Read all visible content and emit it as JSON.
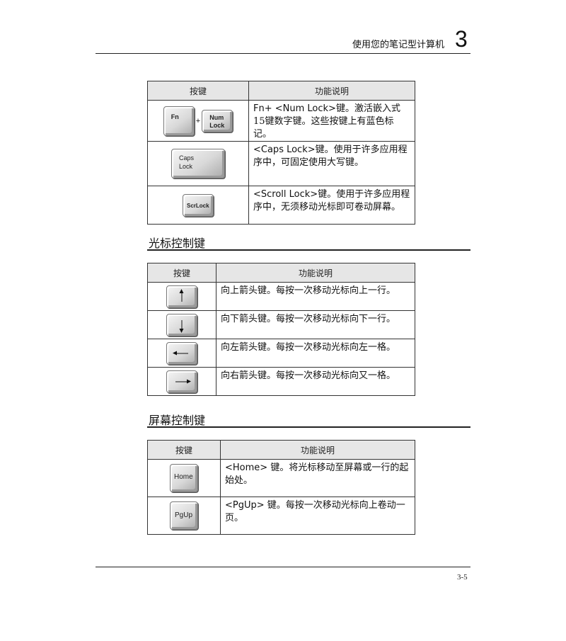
{
  "header": {
    "title": "使用您的笔记型计算机",
    "chapter": "3"
  },
  "footer": {
    "page": "3-5"
  },
  "lock_table": {
    "col_key": "按键",
    "col_desc": "功能说明",
    "rows": [
      {
        "keyword": "Fn+ <Num Lock>",
        "desc": "键。激活嵌入式15键数字键。这些按键上有蓝色标记。",
        "key_labels": [
          "Fn",
          "Num",
          "Lock"
        ],
        "plus": "+"
      },
      {
        "keyword": "<Caps Lock>",
        "desc": "键。使用于许多应用程序中，可固定使用大写键。",
        "key_labels": [
          "Caps",
          "Lock"
        ]
      },
      {
        "keyword": "<Scroll Lock>",
        "desc": "键。使用于许多应用程序中，无须移动光标即可卷动屏幕。",
        "key_labels": [
          "ScrLock"
        ]
      }
    ]
  },
  "cursor_section": {
    "heading": "光标控制键",
    "col_key": "按键",
    "col_desc": "功能说明",
    "rows": [
      {
        "keyword": "向上箭头键",
        "desc": "。每按一次移动光标向上一行。",
        "icon": "arrow-up-icon"
      },
      {
        "keyword": "向下箭头键",
        "desc": "。每按一次移动光标向下一行。",
        "icon": "arrow-down-icon"
      },
      {
        "keyword": "向左箭头键",
        "desc": "。每按一次移动光标向左一格。",
        "icon": "arrow-left-icon"
      },
      {
        "keyword": "向右箭头键",
        "desc": "。每按一次移动光标向又一格。",
        "icon": "arrow-right-icon"
      }
    ]
  },
  "screen_section": {
    "heading": "屏幕控制键",
    "col_key": "按键",
    "col_desc": "功能说明",
    "rows": [
      {
        "keyword": "<Home>",
        "desc": " 键。将光标移动至屏幕或一行的起始处。",
        "key_label": "Home"
      },
      {
        "keyword": "<PgUp>",
        "desc": " 键。每按一次移动光标向上卷动一页。",
        "key_label": "PgUp"
      }
    ]
  }
}
